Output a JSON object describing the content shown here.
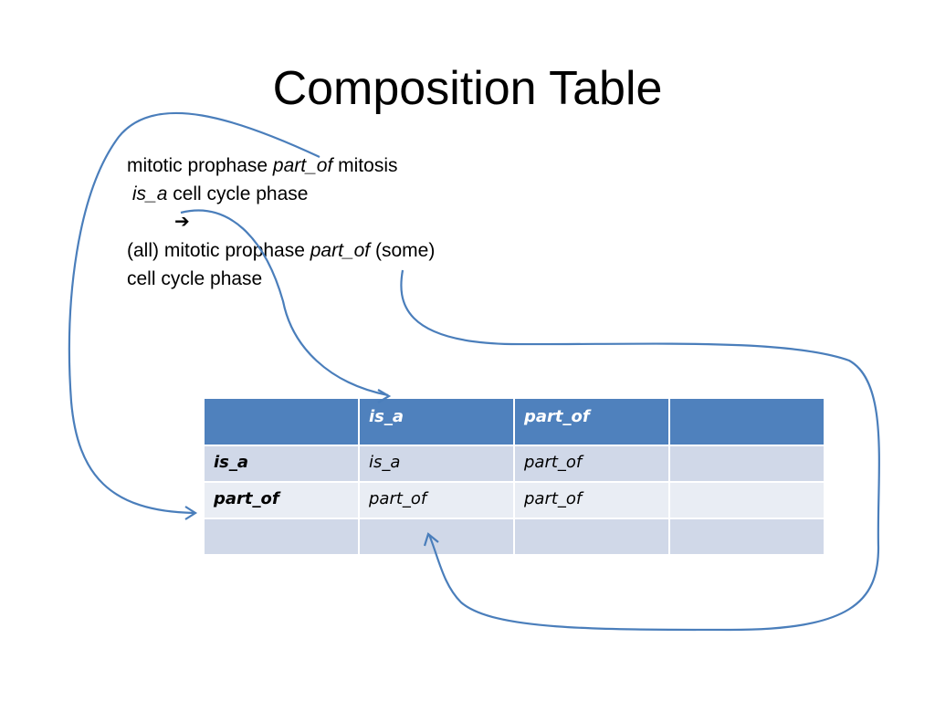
{
  "title": "Composition Table",
  "statement": {
    "line1": {
      "pre": "mitotic prophase ",
      "rel": "part_of",
      "post": " mitosis"
    },
    "line2": {
      "pre": " ",
      "rel": "is_a",
      "post": " cell cycle phase"
    },
    "arrow": "➔",
    "line4": {
      "pre": "(all) mitotic prophase ",
      "rel": "part_of",
      "post": " (some)"
    },
    "line5": "cell cycle phase"
  },
  "table": {
    "header": [
      "",
      "is_a",
      "part_of",
      ""
    ],
    "rows": [
      [
        "is_a",
        "is_a",
        "part_of",
        ""
      ],
      [
        "part_of",
        "part_of",
        "part_of",
        ""
      ],
      [
        "",
        "",
        "",
        ""
      ]
    ]
  },
  "colors": {
    "header_fill": "#4f81bd",
    "row_fill_dark": "#d0d8e8",
    "row_fill_light": "#e9edf4",
    "arrow_stroke": "#4a7ebb"
  }
}
